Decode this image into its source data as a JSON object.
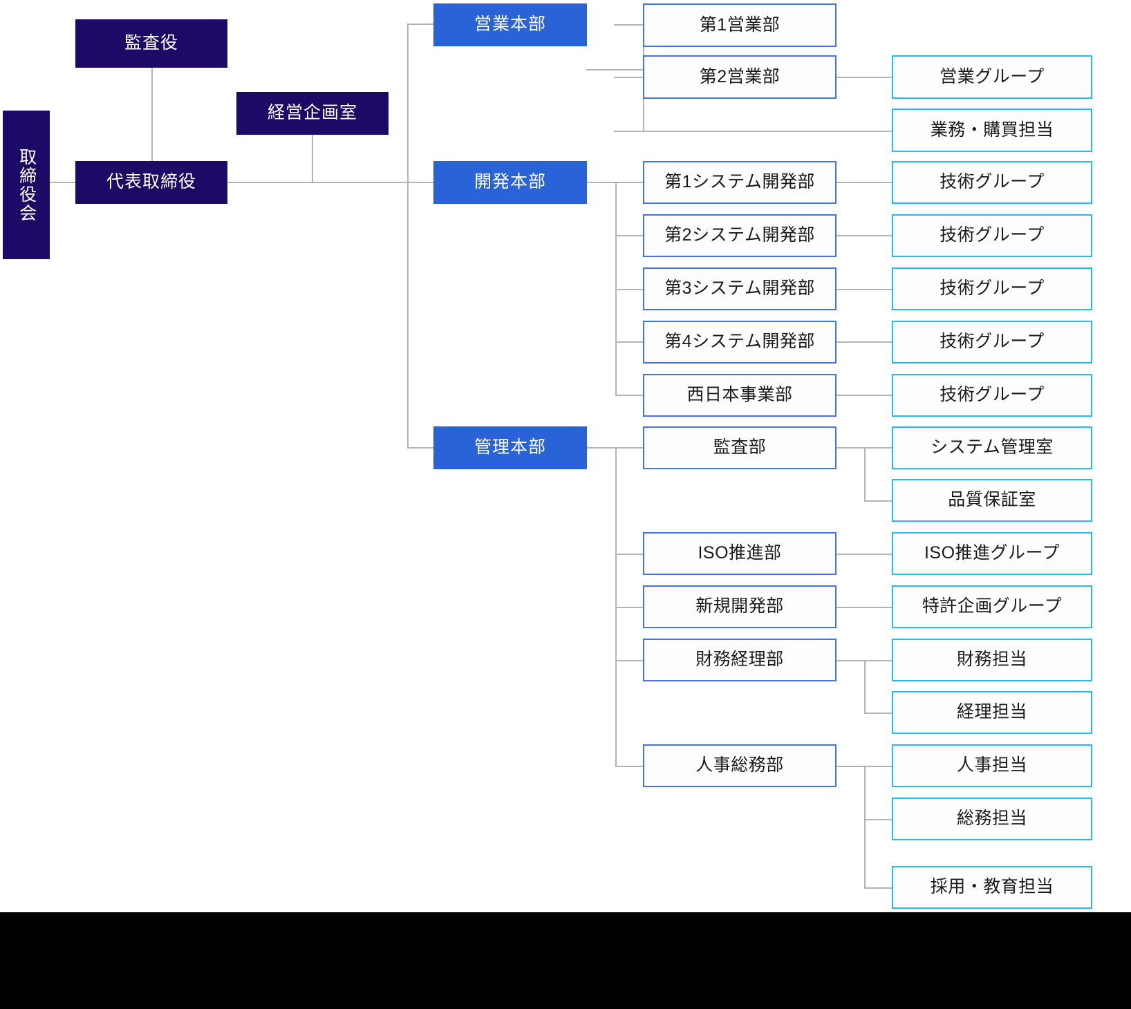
{
  "chart": {
    "title": "Organization Chart",
    "type": "org-chart",
    "colors": {
      "navy": "#1d0a66",
      "division_blue": "#2a63d8",
      "dept_border": "#4472e8",
      "team_border": "#22bdf0",
      "connector": "#b4b4b4",
      "box_fill": "#fdfdfd",
      "page_bg": "#ffffff",
      "frame_bg": "#000000"
    }
  },
  "executive": {
    "board": "取締役会",
    "auditor": "監査役",
    "ceo": "代表取締役",
    "planning_office": "経営企画室"
  },
  "divisions": [
    {
      "label": "営業本部"
    },
    {
      "label": "開発本部"
    },
    {
      "label": "管理本部"
    }
  ],
  "departments": [
    {
      "label": "第1営業部"
    },
    {
      "label": "第2営業部"
    },
    {
      "label": "第1システム開発部"
    },
    {
      "label": "第2システム開発部"
    },
    {
      "label": "第3システム開発部"
    },
    {
      "label": "第4システム開発部"
    },
    {
      "label": "西日本事業部"
    },
    {
      "label": "監査部"
    },
    {
      "label": "ISO推進部"
    },
    {
      "label": "新規開発部"
    },
    {
      "label": "財務経理部"
    },
    {
      "label": "人事総務部"
    }
  ],
  "teams": [
    {
      "label": "営業グループ"
    },
    {
      "label": "業務・購買担当"
    },
    {
      "label": "技術グループ"
    },
    {
      "label": "技術グループ"
    },
    {
      "label": "技術グループ"
    },
    {
      "label": "技術グループ"
    },
    {
      "label": "技術グループ"
    },
    {
      "label": "システム管理室"
    },
    {
      "label": "品質保証室"
    },
    {
      "label": "ISO推進グループ"
    },
    {
      "label": "特許企画グループ"
    },
    {
      "label": "財務担当"
    },
    {
      "label": "経理担当"
    },
    {
      "label": "人事担当"
    },
    {
      "label": "総務担当"
    },
    {
      "label": "採用・教育担当"
    }
  ]
}
